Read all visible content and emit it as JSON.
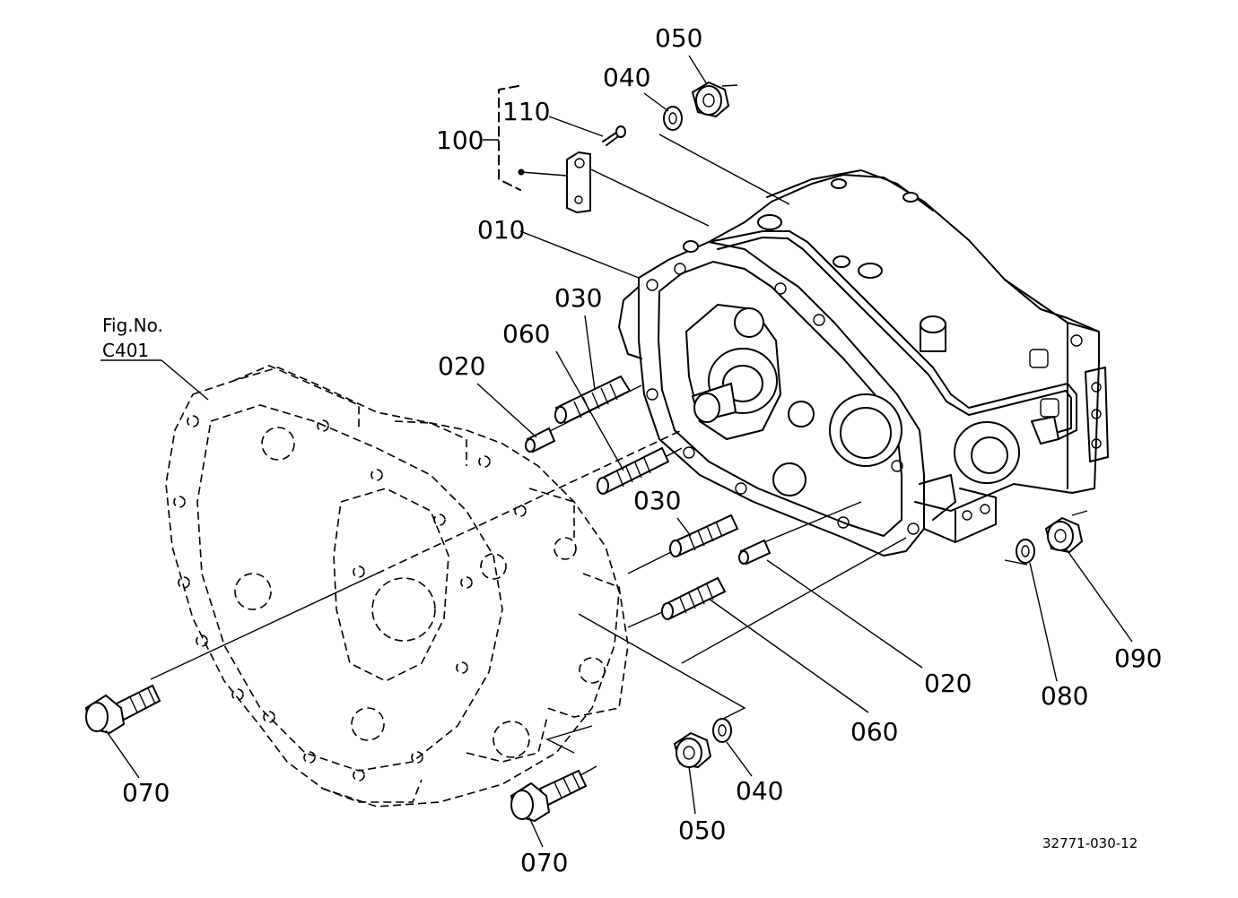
{
  "labels": {
    "p050_top": "050",
    "p040_top": "040",
    "p110": "110",
    "p100": "100",
    "p010": "010",
    "p030_top": "030",
    "p060_top": "060",
    "p020_top": "020",
    "p030_mid": "030",
    "p020_right": "020",
    "p060_bottom": "060",
    "p080": "080",
    "p090": "090",
    "p070_left": "070",
    "p070_bottom": "070",
    "p050_bottom": "050",
    "p040_bottom": "040"
  },
  "reference": {
    "fig_label": "Fig.No.",
    "fig_number": "C401"
  },
  "drawing_code": "32771-030-12"
}
